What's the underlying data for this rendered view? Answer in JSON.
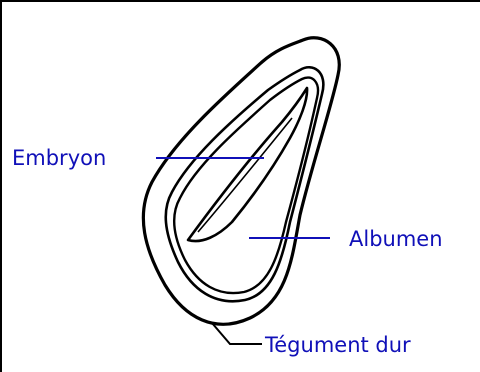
{
  "labels": {
    "embryo": "Embryon",
    "albumen": "Albumen",
    "seed_coat": "Tégument dur"
  },
  "colors": {
    "label_text": "#1010b8",
    "leader_line": "#1010b8",
    "outline": "#000000",
    "background": "#ffffff"
  }
}
